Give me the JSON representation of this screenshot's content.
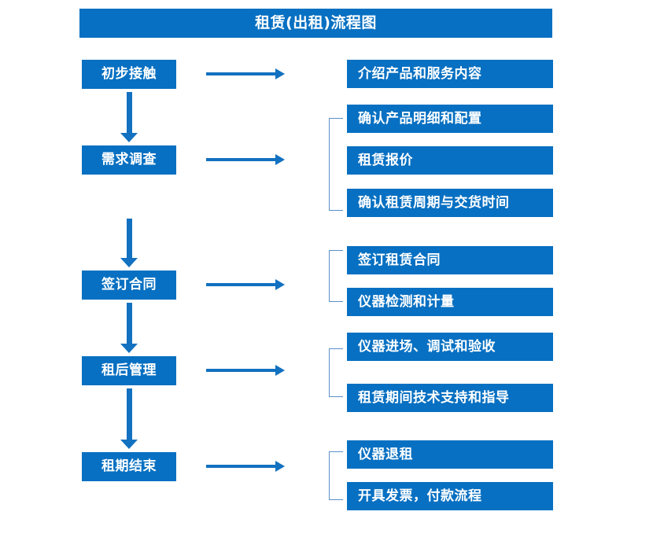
{
  "diagram": {
    "title": "租赁(出租)流程图",
    "theme": {
      "box_fill": "#0770C2",
      "box_text": "#FFFFFF",
      "arrow": "#1271C0",
      "bracket": "#5B8FC9",
      "background": "#FFFFFF"
    },
    "stages": [
      {
        "id": "stage-1",
        "label": "初步接触"
      },
      {
        "id": "stage-2",
        "label": "需求调查"
      },
      {
        "id": "stage-3",
        "label": "签订合同"
      },
      {
        "id": "stage-4",
        "label": "租后管理"
      },
      {
        "id": "stage-5",
        "label": "租期结束"
      }
    ],
    "groups": [
      {
        "stage": "初步接触",
        "bracketed": false,
        "details": [
          {
            "label": "介绍产品和服务内容"
          }
        ]
      },
      {
        "stage": "需求调查",
        "bracketed": true,
        "details": [
          {
            "label": "确认产品明细和配置"
          },
          {
            "label": "租赁报价"
          },
          {
            "label": "确认租赁周期与交货时间"
          }
        ]
      },
      {
        "stage": "签订合同",
        "bracketed": true,
        "details": [
          {
            "label": "签订租赁合同"
          },
          {
            "label": "仪器检测和计量"
          }
        ]
      },
      {
        "stage": "租后管理",
        "bracketed": true,
        "details": [
          {
            "label": "仪器进场、调试和验收"
          },
          {
            "label": "租赁期间技术支持和指导"
          }
        ]
      },
      {
        "stage": "租期结束",
        "bracketed": true,
        "details": [
          {
            "label": "仪器退租"
          },
          {
            "label": "开具发票，付款流程"
          }
        ]
      }
    ],
    "connectors": {
      "vertical_arrows": [
        {
          "from": "初步接触",
          "to": "需求调查"
        },
        {
          "from": "需求调查",
          "to": "签订合同"
        },
        {
          "from": "签订合同",
          "to": "租后管理"
        },
        {
          "from": "租后管理",
          "to": "租期结束"
        }
      ],
      "horizontal_arrows": [
        {
          "from": "初步接触",
          "to": "介绍产品和服务内容"
        },
        {
          "from": "需求调查",
          "to": "确认产品明细和配置"
        },
        {
          "from": "签订合同",
          "to": "签订租赁合同"
        },
        {
          "from": "租后管理",
          "to": "仪器进场、调试和验收"
        },
        {
          "from": "租期结束",
          "to": "仪器退租"
        }
      ]
    }
  }
}
